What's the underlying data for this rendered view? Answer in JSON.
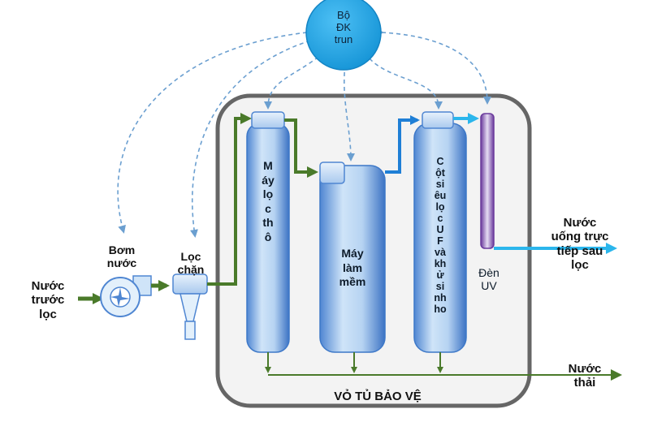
{
  "controller": {
    "label": "Bộ\nĐK\ntrun"
  },
  "inputs": {
    "raw_water": "Nước\ntrước\nlọc",
    "pump": "Bơm\nnước",
    "guard_filter": "Lọc\nchặn"
  },
  "columns": {
    "coarse": "M\náy\nlọ\nc\nth\nô",
    "softener": "Máy\nlàm\nmềm",
    "uf": "C\nột\nsi\nêu\nlọ\nc\nU\nF\nvà\nkh\nử\nsi\nnh\nho",
    "uv": "Đèn\nUV"
  },
  "outputs": {
    "drinking": "Nước\nuống trực\ntiếp sau\nlọc",
    "waste": "Nước\nthải"
  },
  "cabinet": {
    "label": "VỎ TỦ BẢO VỆ"
  },
  "colors": {
    "controller": "#1aa3e8",
    "green_flow": "#4a7a2a",
    "blue_flow": "#1f7fd6",
    "cyan_flow": "#2bb6ec",
    "dashed": "#6b9fd0",
    "cabinet_border": "#666666",
    "cabinet_fill": "#f3f3f3",
    "column_light": "#b9d8f5",
    "column_dark": "#3d78c8",
    "uv_purple": "#7b4aa8"
  }
}
